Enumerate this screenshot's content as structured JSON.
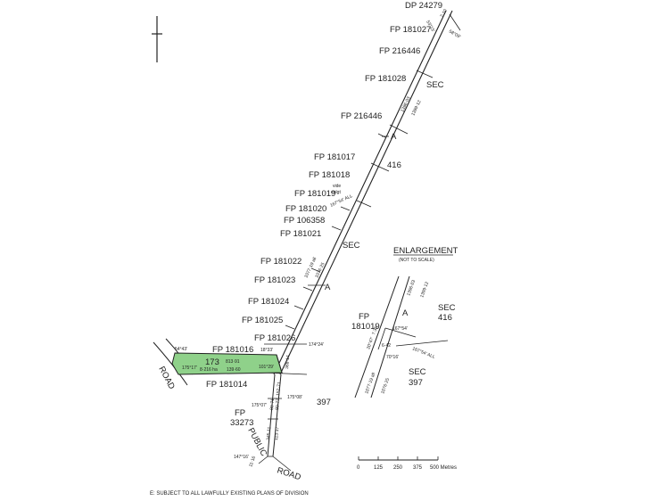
{
  "colors": {
    "ink": "#222222",
    "highlight": "#8fd18a"
  },
  "north_arrow": "north-arrow",
  "parcels": {
    "dp_24279": "DP 24279",
    "fp_181027": "FP 181027",
    "fp_216446_a": "FP 216446",
    "fp_181028": "FP 181028",
    "fp_216446_b": "FP 216446",
    "fp_181017": "FP 181017",
    "fp_181018": "FP 181018",
    "fp_181019": "FP 181019",
    "fp_181020": "FP 181020",
    "fp_106358": "FP 106358",
    "fp_181021": "FP 181021",
    "fp_181022": "FP 181022",
    "fp_181023": "FP 181023",
    "fp_181024": "FP 181024",
    "fp_181025": "FP 181025",
    "fp_181026": "FP 181026",
    "fp_181016": "FP 181016",
    "fp_181014": "FP 181014",
    "fp_33273_a": "FP",
    "fp_33273_b": "33273"
  },
  "section_labels": {
    "sec_top": "SEC",
    "n416": "416",
    "sec_mid": "SEC",
    "n397": "397",
    "a_upper": "A",
    "a_lower": "A"
  },
  "roads": {
    "road_west": "ROAD",
    "public": "PUBLIC",
    "road_south": "ROAD"
  },
  "lot": {
    "number": "173",
    "area_1": "8·216 ha",
    "dim_1": "813·91",
    "dim_2": "139·60"
  },
  "dimensions": {
    "d1": "7·10",
    "d2": "53°15'",
    "d3": "58°09'",
    "d4": "1396·03",
    "d5": "1399·12",
    "vide": "vide",
    "enlgt": "enlgt",
    "d6": "167°54' ALL",
    "d7": "1077·19 all",
    "d8": "1076·25",
    "d9": "174°24'",
    "d10": "18°33'",
    "d11": "54°43'",
    "d12": "175°17'",
    "d13": "101°29'",
    "d14": "368·14",
    "d15": "152·71",
    "d16": "175°08'",
    "d17": "175°07'",
    "d18": "80·71",
    "d19": "80·77",
    "d20": "345·11",
    "d21": "113·17",
    "d22": "147°16'",
    "d23": "11·16"
  },
  "enlargement": {
    "title": "ENLARGEMENT",
    "subtitle": "(NOT TO SCALE)",
    "fp": "FP",
    "fp_num": "181019",
    "a": "A",
    "sec_top": "SEC",
    "n416": "416",
    "sec_bottom": "SEC",
    "n397": "397",
    "d_1396": "1396·03",
    "d_1399": "1399·12",
    "d_167": "167°54'",
    "d_167all": "167°54' ALL",
    "d_642": "6·42",
    "d_7016": "70°16'",
    "d_1077": "1077·19 all",
    "d_1076": "1076·25",
    "d_735": "7·35",
    "d_2047": "20°47'"
  },
  "scale_bar": {
    "ticks": [
      "0",
      "125",
      "250",
      "375",
      "500 Metres"
    ]
  },
  "footer_note": "E: SUBJECT TO ALL LAWFULLY EXISTING PLANS OF DIVISION"
}
